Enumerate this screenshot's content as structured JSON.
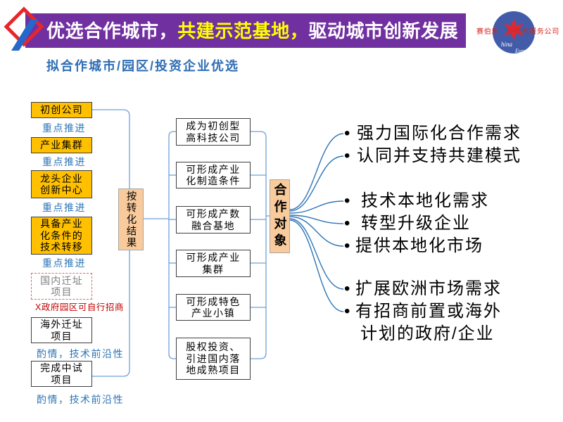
{
  "header": {
    "title_part_1": "优选合作城市，",
    "title_part_2": "共建示范基地，",
    "title_part_3": "驱动城市创新发展"
  },
  "brand": {
    "company_name_left": "赛伯乐",
    "company_name_right": "中技术服务公司",
    "badge_text_1": "hina",
    "badge_text_2": "Euro"
  },
  "subtitle": "拟合作城市/园区/投资企业优选",
  "sources": [
    {
      "lines": [
        "初创公司"
      ],
      "note": "重点推进"
    },
    {
      "lines": [
        "产业集群"
      ],
      "note": "重点推进"
    },
    {
      "lines": [
        "龙头企业",
        "创新中心"
      ],
      "note": "重点推进"
    },
    {
      "lines": [
        "具备产业",
        "化条件的",
        "技术转移"
      ],
      "note": "重点推进"
    },
    {
      "lines": [
        "国内迁址",
        "项目"
      ],
      "note": "X政府园区可自行招商"
    },
    {
      "lines": [
        "海外迁址",
        "项目"
      ],
      "note": "酌情，技术前沿性"
    },
    {
      "lines": [
        "完成中试",
        "项目"
      ],
      "note": "酌情，技术前沿性"
    }
  ],
  "by_result_label": "按转化结果",
  "results": [
    {
      "lines": [
        "成为初创型",
        "高科技公司"
      ]
    },
    {
      "lines": [
        "可形成产业",
        "化制造条件"
      ]
    },
    {
      "lines": [
        "可形成产数",
        "融合基地"
      ]
    },
    {
      "lines": [
        "可形成产业",
        "集群"
      ]
    },
    {
      "lines": [
        "可形成特色",
        "产业小镇"
      ]
    },
    {
      "lines": [
        "股权投资、",
        "引进国内落",
        "地成熟项目"
      ]
    }
  ],
  "partners_label": "合作对象",
  "partners": [
    {
      "bullet": "•",
      "lines": [
        "强力国际化合作需求"
      ]
    },
    {
      "bullet": "•",
      "lines": [
        "认同并支持共建模式"
      ]
    },
    {
      "bullet": "•",
      "lines": [
        "技术本地化需求"
      ]
    },
    {
      "bullet": "•",
      "lines": [
        "转型升级企业"
      ]
    },
    {
      "bullet": "•",
      "lines": [
        "提供本地化市场"
      ]
    },
    {
      "bullet": "•",
      "lines": [
        "扩展欧洲市场需求"
      ]
    },
    {
      "bullet": "•",
      "lines": [
        "有招商前置或海外",
        "计划的政府/企业"
      ]
    }
  ],
  "icons": {
    "left_mark": "diamond-slash-logo",
    "right_badge": "globe-star-badge"
  },
  "colors": {
    "title_bar": "#7030A0",
    "title_text": "#FFFFFF",
    "title_highlight": "#FFFF00",
    "subtitle": "#2E6DB4",
    "priority_fill": "#FFC000",
    "hub_fill": "#F9CB9C",
    "note_blue": "#2E75B6",
    "note_red": "#C00000",
    "dashed_border": "#E06666",
    "connector": "#6FA0D8",
    "fan": "#2E75B6",
    "brand_red": "#D9251D",
    "logo_red": "#E8262A",
    "logo_blue": "#2767C9"
  }
}
